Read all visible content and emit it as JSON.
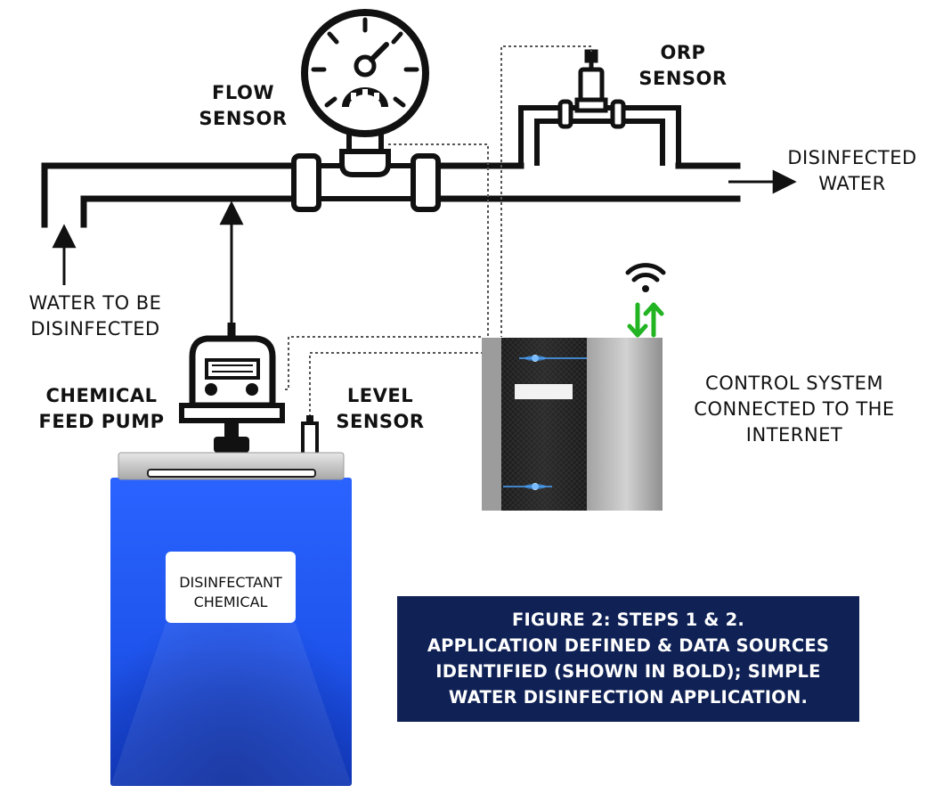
{
  "labels": {
    "flow_sensor": [
      "FLOW",
      "SENSOR"
    ],
    "orp_sensor": [
      "ORP",
      "SENSOR"
    ],
    "disinfected_water": [
      "DISINFECTED",
      "WATER"
    ],
    "water_in": [
      "WATER TO BE",
      "DISINFECTED"
    ],
    "chemical_feed_pump": [
      "CHEMICAL",
      "FEED PUMP"
    ],
    "level_sensor": [
      "LEVEL",
      "SENSOR"
    ],
    "control_system": [
      "CONTROL SYSTEM",
      "CONNECTED TO THE",
      "INTERNET"
    ]
  },
  "tank_label": [
    "DISINFECTANT",
    "CHEMICAL"
  ],
  "caption": [
    "FIGURE 2: STEPS 1 & 2.",
    "APPLICATION DEFINED & DATA SOURCES",
    "IDENTIFIED (SHOWN IN BOLD); SIMPLE",
    "WATER DISINFECTION APPLICATION."
  ],
  "colors": {
    "tank_blue": "#1a4fe0",
    "caption_bg": "#0f2155",
    "signal_green": "#22b422",
    "led_blue": "#4aa3ff"
  }
}
